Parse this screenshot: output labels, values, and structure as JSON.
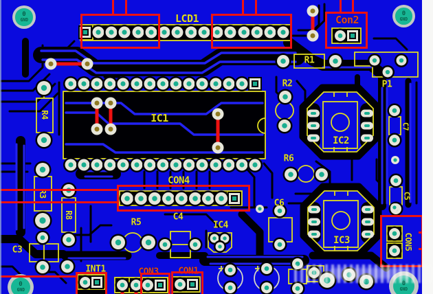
{
  "board_type": "PCB layout (copper + silkscreen view)",
  "labels": {
    "lcd1": "LCD1",
    "con2": "Con2",
    "r1": "R1",
    "p1": "P1",
    "r2": "R2",
    "ic1": "IC1",
    "r4": "R4",
    "ic2": "IC2",
    "c7": "C7",
    "r3": "R3",
    "r8": "R8",
    "con4": "CON4",
    "r5": "R5",
    "c4": "C4",
    "ic4": "IC4",
    "r6": "R6",
    "c6": "C6",
    "c5": "C5",
    "ic3": "IC3",
    "con5": "CON5",
    "c3": "C3",
    "int1": "INT1",
    "con3": "CON3",
    "con1": "CON1"
  },
  "gnd": {
    "value": "0",
    "name": "GND"
  },
  "highlighted_connectors": [
    "LCD1",
    "Con2",
    "CON4",
    "CON5",
    "INT1",
    "CON3",
    "CON1"
  ],
  "colors": {
    "board_blue": "#0a0ade",
    "copper_trace_blue": "#2222f2",
    "substrate_black": "#000004",
    "silkscreen_yellow": "#e0dc20",
    "label_orange": "#e04b10",
    "annotation_red": "#ee1111",
    "pad_white": "#e6e6da",
    "hole_teal": "#19ae8f",
    "via_olive": "#8f7a22",
    "gnd_teal": "#17b795",
    "margin_white": "#f7f7f5"
  }
}
